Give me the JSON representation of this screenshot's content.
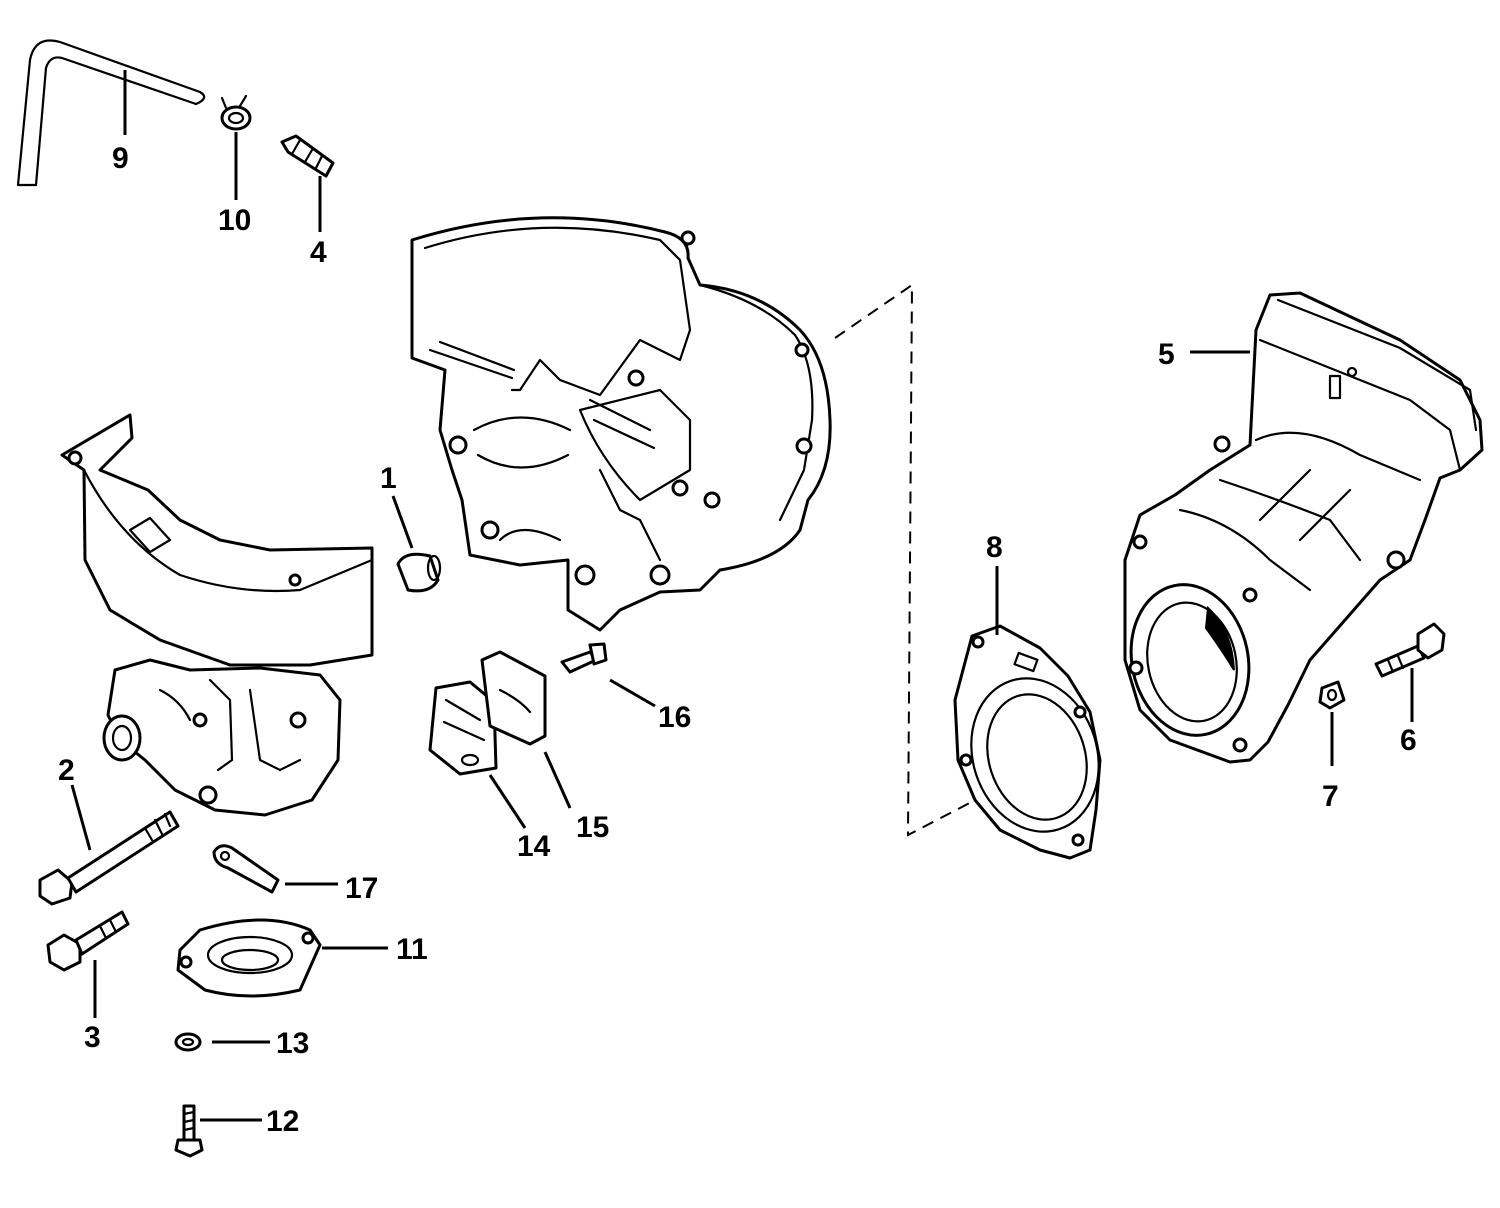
{
  "diagram": {
    "background": "#ffffff",
    "ink": "#000000",
    "callouts": {
      "c1": "1",
      "c2": "2",
      "c3": "3",
      "c4": "4",
      "c5": "5",
      "c6": "6",
      "c7": "7",
      "c8": "8",
      "c9": "9",
      "c10": "10",
      "c11": "11",
      "c12": "12",
      "c13": "13",
      "c14": "14",
      "c15": "15",
      "c16": "16",
      "c17": "17"
    }
  }
}
